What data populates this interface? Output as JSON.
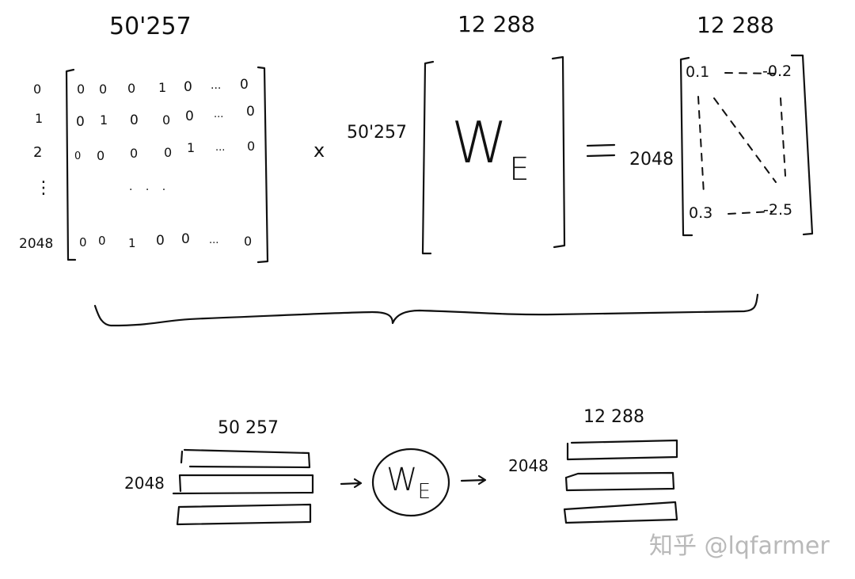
{
  "top_equation": {
    "one_hot_matrix": {
      "col_dim_label": "50'257",
      "row_labels": [
        "0",
        "1",
        "2",
        "⋮",
        "2048"
      ],
      "rows": [
        [
          "0",
          "0",
          "0",
          "1",
          "0",
          "...",
          "0"
        ],
        [
          "0",
          "1",
          "0",
          "0",
          "0",
          "...",
          "0"
        ],
        [
          "0",
          "0",
          "0",
          "0",
          "1",
          "...",
          "0"
        ],
        [
          "",
          "",
          ". . .",
          "",
          "",
          "",
          ""
        ],
        [
          "0",
          "0",
          "1",
          "0",
          "0",
          "...",
          "0"
        ]
      ]
    },
    "multiply_symbol": "x",
    "embedding_matrix": {
      "col_dim_label": "12 288",
      "row_dim_label": "50'257",
      "symbol": "W",
      "subscript": "E"
    },
    "equals_symbol": "=",
    "result_matrix": {
      "col_dim_label": "12 288",
      "row_dim_label": "2048",
      "top_left": "0.1",
      "top_right": "-0.2",
      "bottom_left": "0.3",
      "bottom_right": "-2.5"
    }
  },
  "bottom_flow": {
    "input": {
      "col_dim_label": "50 257",
      "row_dim_label": "2048",
      "bar_count": 3
    },
    "arrow_in": "→",
    "embedding_node": {
      "symbol": "W",
      "subscript": "E"
    },
    "arrow_out": "→",
    "output": {
      "col_dim_label": "12 288",
      "row_dim_label": "2048",
      "bar_count": 3
    }
  },
  "watermark": "知乎 @lqfarmer"
}
